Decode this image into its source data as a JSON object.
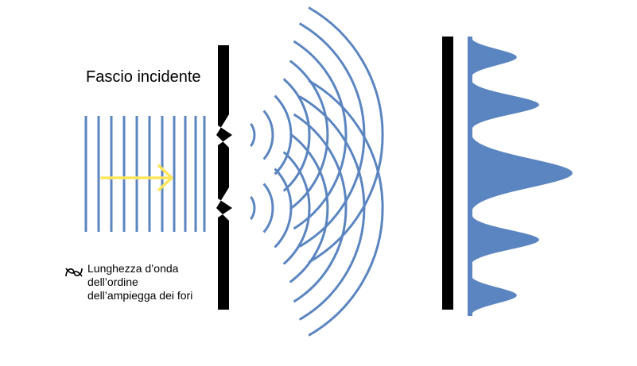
{
  "labels": {
    "incident_beam": "Fascio incidente",
    "wavelength_note": [
      "Lunghezza d’onda",
      "dell’ordine",
      "dell’ampiegga dei fori"
    ]
  },
  "icons": {
    "wavelength_symbol": "lambda-icon"
  },
  "colors": {
    "wave": "#5b85c0",
    "arrow": "#ffe65b",
    "barrier": "#000000",
    "intensity_fill": "#5b85c0"
  }
}
